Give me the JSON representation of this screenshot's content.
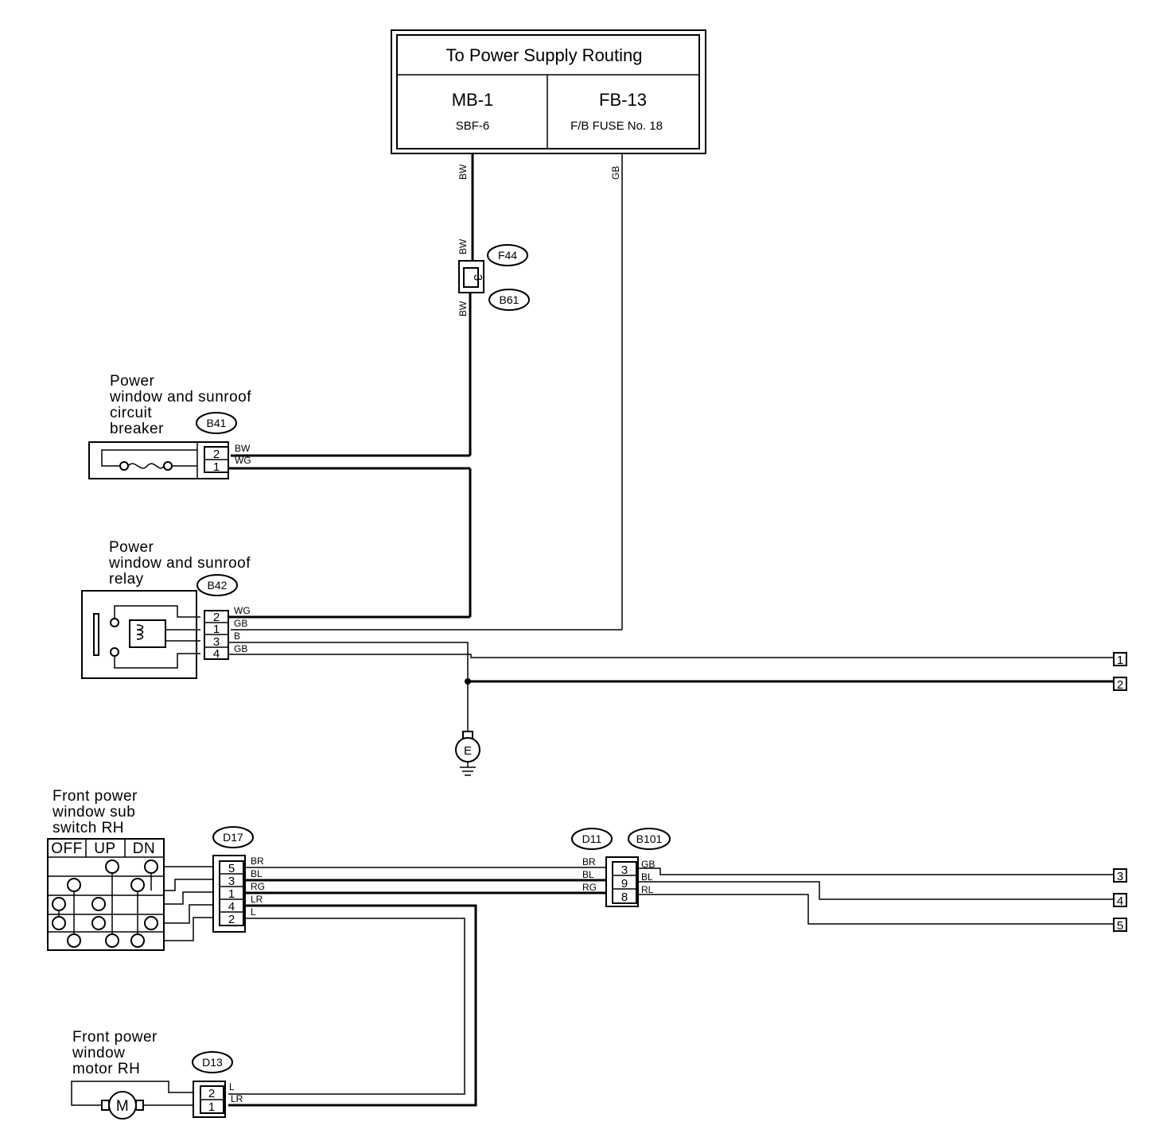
{
  "power_supply": {
    "title": "To Power Supply Routing",
    "left": {
      "name": "MB-1",
      "sub": "SBF-6"
    },
    "right": {
      "name": "FB-13",
      "sub": "F/B FUSE No. 18"
    }
  },
  "wire_codes": {
    "bw": "BW",
    "gb": "GB",
    "wg": "WG",
    "b": "B",
    "br": "BR",
    "bl": "BL",
    "rg": "RG",
    "lr": "LR",
    "l": "L",
    "rl": "RL"
  },
  "connectors": {
    "f44": "F44",
    "b61": "B61",
    "b41": "B41",
    "b42": "B42",
    "d17": "D17",
    "d11": "D11",
    "b101": "B101",
    "d13": "D13"
  },
  "pins": {
    "f44": "3",
    "b41": [
      "2",
      "1"
    ],
    "b42": [
      "2",
      "1",
      "3",
      "4"
    ],
    "d17": [
      "5",
      "3",
      "1",
      "4",
      "2"
    ],
    "d11": [
      "3",
      "9",
      "8"
    ],
    "d13": [
      "2",
      "1"
    ]
  },
  "components": {
    "circuit_breaker": [
      "Power",
      "window and sunroof",
      "circuit",
      "breaker"
    ],
    "relay": [
      "Power",
      "window and sunroof",
      "relay"
    ],
    "sub_switch": [
      "Front power",
      "window sub",
      "switch RH"
    ],
    "motor": [
      "Front power",
      "window",
      "motor RH"
    ]
  },
  "switch_positions": [
    "OFF",
    "UP",
    "DN"
  ],
  "ground_label": "E",
  "motor_symbol": "M",
  "terminals": [
    "1",
    "2",
    "3",
    "4",
    "5"
  ]
}
